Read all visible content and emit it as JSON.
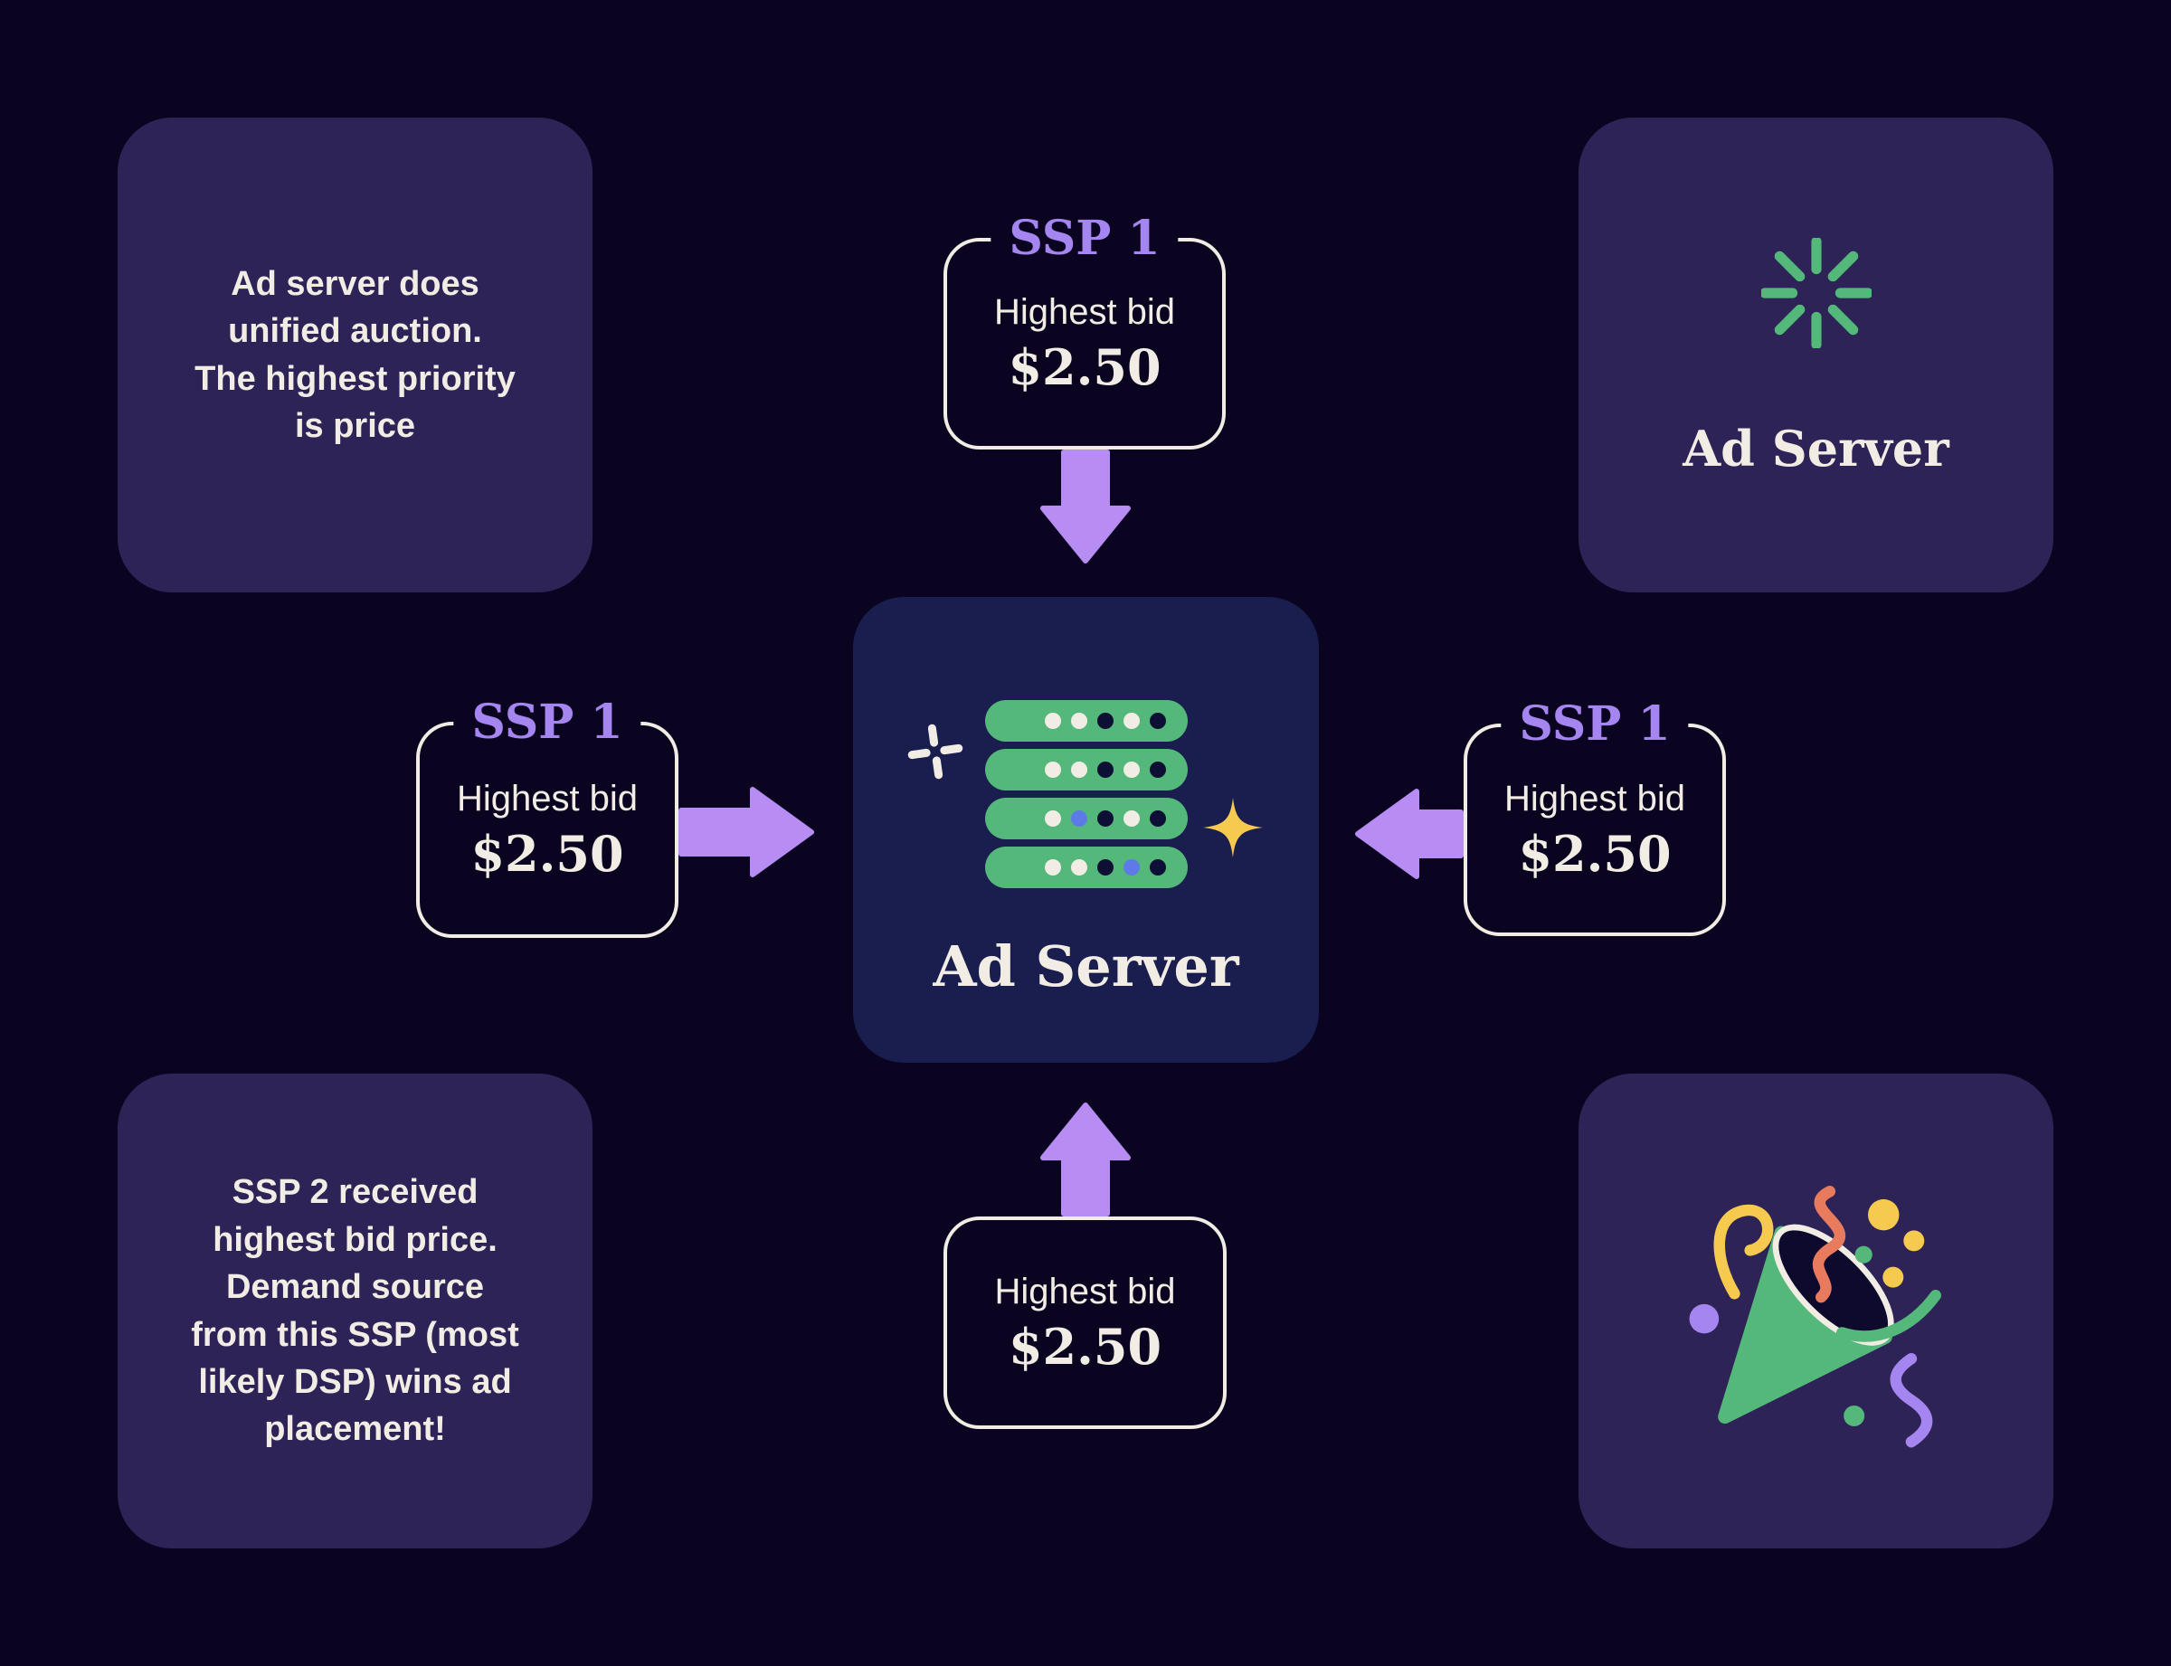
{
  "palette": {
    "bg": "#0a0421",
    "card": "#2e2357",
    "center_card": "#1a1e4e",
    "cream": "#f2ede4",
    "purple_title": "#a585f0",
    "purple_arrow": "#b78cf3",
    "green": "#55b87b",
    "yellow": "#f6c94f",
    "coral": "#e87a5e",
    "blue_dot": "#5d7ae6",
    "dark_dot": "#0d1034"
  },
  "cards": {
    "top_left": {
      "text": "Ad server does\nunified auction.\nThe highest priority\nis price"
    },
    "top_right": {
      "label": "Ad Server",
      "icon": "spinner-icon"
    },
    "bottom_left": {
      "text": "SSP 2 received\nhighest bid price.\nDemand source\nfrom this SSP (most\nlikely DSP) wins ad\nplacement!"
    },
    "bottom_right": {
      "icon": "party-popper-icon"
    }
  },
  "center_card": {
    "label": "Ad Server",
    "server_rows": [
      [
        "cream",
        "cream",
        "dark",
        "cream",
        "dark"
      ],
      [
        "cream",
        "cream",
        "dark",
        "cream",
        "dark"
      ],
      [
        "cream",
        "blue",
        "dark",
        "cream",
        "dark"
      ],
      [
        "cream",
        "cream",
        "dark",
        "blue",
        "dark"
      ]
    ]
  },
  "bid_boxes": {
    "top": {
      "title": "SSP 1",
      "label": "Highest bid",
      "amount": "$2.50"
    },
    "left": {
      "title": "SSP 1",
      "label": "Highest bid",
      "amount": "$2.50"
    },
    "right": {
      "title": "SSP 1",
      "label": "Highest bid",
      "amount": "$2.50"
    },
    "bottom": {
      "title": "",
      "label": "Highest bid",
      "amount": "$2.50"
    }
  }
}
